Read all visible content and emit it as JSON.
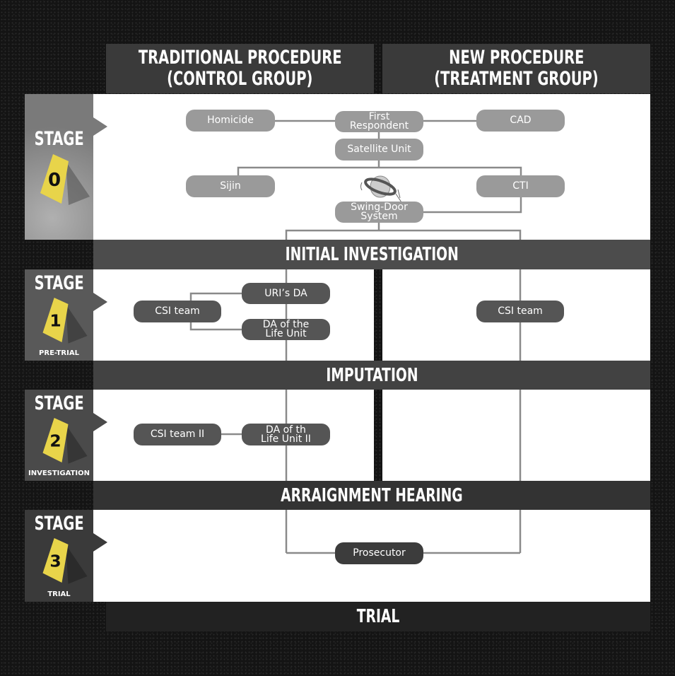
{
  "headers": {
    "traditional": [
      "TRADITIONAL PROCEDURE",
      "(CONTROL GROUP)"
    ],
    "new": [
      "NEW PROCEDURE",
      "(TREATMENT GROUP)"
    ]
  },
  "bands": {
    "initial_investigation": "INITIAL INVESTIGATION",
    "imputation": "IMPUTATION",
    "arraignment": "ARRAIGNMENT HEARING",
    "trial": "TRIAL"
  },
  "stages": [
    {
      "label": "STAGE",
      "number": "0",
      "subtitle": ""
    },
    {
      "label": "STAGE",
      "number": "1",
      "subtitle": "PRE-TRIAL"
    },
    {
      "label": "STAGE",
      "number": "2",
      "subtitle": "INVESTIGATION"
    },
    {
      "label": "STAGE",
      "number": "3",
      "subtitle": "TRIAL"
    }
  ],
  "nodes": {
    "homicide": "Homicide",
    "first_respondent": [
      "First",
      "Respondent"
    ],
    "cad": "CAD",
    "satellite_unit": "Satellite Unit",
    "sijin": "Sijin",
    "cti": "CTI",
    "swing_door": [
      "Swing-Door",
      "System"
    ],
    "csi_team_left": "CSI team",
    "uris_da": "URI’s DA",
    "da_life_unit": [
      "DA of the",
      "Life Unit"
    ],
    "csi_team_right": "CSI team",
    "csi_team_ii": "CSI team II",
    "da_life_unit_ii": [
      "DA of th",
      "Life Unit II"
    ],
    "prosecutor": "Prosecutor"
  },
  "colors": {
    "tent": "#e8d44a",
    "line": "#8a8a8a"
  }
}
